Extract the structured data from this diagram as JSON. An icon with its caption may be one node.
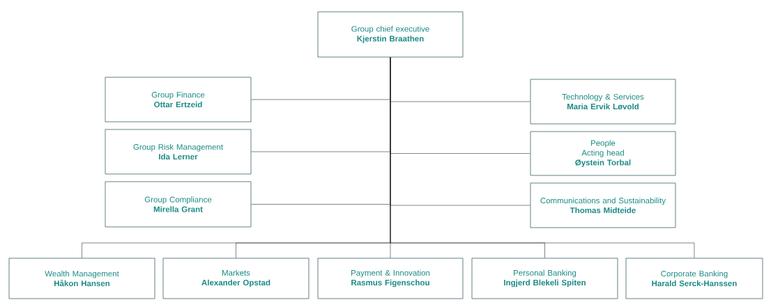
{
  "diagram": {
    "nodes": [
      {
        "text": [
          "Group chief executive",
          "Kjerstin Braathen"
        ]
      },
      {
        "text": [
          "Group Finance",
          "Ottar Ertzeid"
        ]
      },
      {
        "text": [
          "Technology & Services",
          "Maria Ervik Løvold"
        ]
      },
      {
        "text": [
          "Group Risk Management",
          "Ida Lerner"
        ]
      },
      {
        "text": [
          "People",
          "Acting head",
          "Øystein Torbal"
        ]
      },
      {
        "text": [
          "Group Compliance",
          "Mirella Grant"
        ]
      },
      {
        "text": [
          "Communications and Sustainability",
          "Thomas Midteide"
        ]
      },
      {
        "text": [
          "Wealth Management",
          "Håkon Hansen"
        ]
      },
      {
        "text": [
          "Markets",
          "Alexander Opstad"
        ]
      },
      {
        "text": [
          "Payment & Innovation",
          "Rasmus Figenschou"
        ]
      },
      {
        "text": [
          "Personal Banking",
          "Ingjerd Blekeli Spiten"
        ]
      },
      {
        "text": [
          "Corporate Banking",
          "Harald Serck-Hanssen"
        ]
      }
    ],
    "edges": [
      {
        "from": 0,
        "to": 1,
        "arrow": "none"
      },
      {
        "from": 0,
        "to": 2,
        "arrow": "none"
      },
      {
        "from": 0,
        "to": 3,
        "arrow": "none"
      },
      {
        "from": 0,
        "to": 4,
        "arrow": "none"
      },
      {
        "from": 0,
        "to": 5,
        "arrow": "none"
      },
      {
        "from": 0,
        "to": 6,
        "arrow": "none"
      },
      {
        "from": 0,
        "to": 7,
        "arrow": "none"
      },
      {
        "from": 0,
        "to": 8,
        "arrow": "none"
      },
      {
        "from": 0,
        "to": 9,
        "arrow": "none"
      },
      {
        "from": 0,
        "to": 10,
        "arrow": "none"
      },
      {
        "from": 0,
        "to": 11,
        "arrow": "none"
      }
    ]
  }
}
